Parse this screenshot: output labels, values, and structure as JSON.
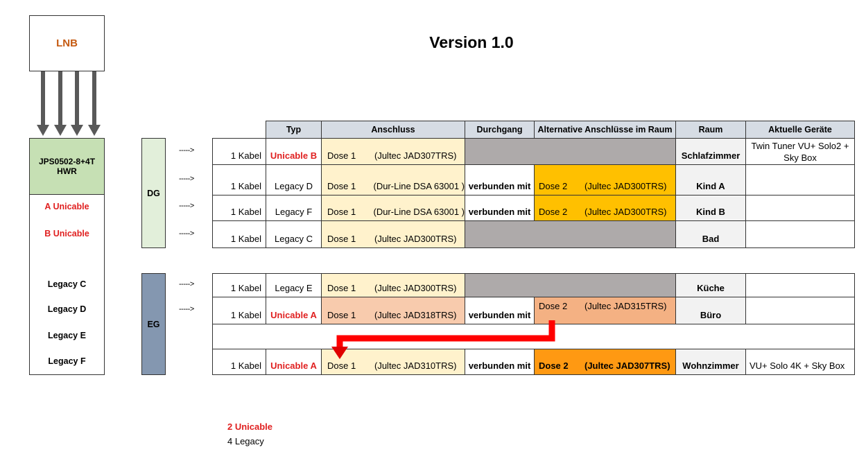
{
  "title": "Version 1.0",
  "lnb": "LNB",
  "switch": {
    "line1": "JPS0502-8+4T",
    "line2": "HWR"
  },
  "outputs": [
    "A Unicable",
    "B Unicable",
    "Legacy C",
    "Legacy D",
    "Legacy E",
    "Legacy F"
  ],
  "floors": {
    "dg": "DG",
    "eg": "EG"
  },
  "dash_arrow": "----->",
  "headers": [
    "Typ",
    "Anschluss",
    "Durchgang",
    "Alternative Anschlüsse im Raum",
    "Raum",
    "Aktuelle Geräte"
  ],
  "rows": [
    {
      "kabel": "1  Kabel",
      "typ": "Unicable B",
      "dose": "Dose 1",
      "model": "(Jultec JAD307TRS)",
      "durchgang": "",
      "alt_dose": "",
      "alt_model": "",
      "raum": "Schlafzimmer",
      "geraete": "Twin Tuner VU+ Solo2 + Sky Box"
    },
    {
      "kabel": "1  Kabel",
      "typ": "Legacy D",
      "dose": "Dose 1",
      "model": "(Dur-Line DSA 63001 )",
      "durchgang": "verbunden mit",
      "alt_dose": "Dose 2",
      "alt_model": "(Jultec JAD300TRS)",
      "raum": "Kind A",
      "geraete": ""
    },
    {
      "kabel": "1  Kabel",
      "typ": "Legacy F",
      "dose": "Dose 1",
      "model": "(Dur-Line DSA 63001 )",
      "durchgang": "verbunden mit",
      "alt_dose": "Dose 2",
      "alt_model": "(Jultec JAD300TRS)",
      "raum": "Kind B",
      "geraete": ""
    },
    {
      "kabel": "1  Kabel",
      "typ": "Legacy C",
      "dose": "Dose 1",
      "model": "(Jultec JAD300TRS)",
      "durchgang": "",
      "alt_dose": "",
      "alt_model": "",
      "raum": "Bad",
      "geraete": ""
    },
    {
      "kabel": "1 Kabel",
      "typ": "Legacy E",
      "dose": "Dose 1",
      "model": "(Jultec JAD300TRS)",
      "durchgang": "",
      "alt_dose": "",
      "alt_model": "",
      "raum": "Küche",
      "geraete": ""
    },
    {
      "kabel": "1 Kabel",
      "typ": "Unicable A",
      "dose": "Dose 1",
      "model": "(Jultec JAD318TRS)",
      "durchgang": "verbunden mit",
      "alt_dose": "Dose 2",
      "alt_model": "(Jultec JAD315TRS)",
      "raum": "Büro",
      "geraete": ""
    },
    {
      "kabel": "1 Kabel",
      "typ": "Unicable A",
      "dose": "Dose 1",
      "model": "(Jultec JAD310TRS)",
      "durchgang": "verbunden mit",
      "alt_dose": "Dose 2",
      "alt_model": "(Jultec JAD307TRS)",
      "raum": "Wohnzimmer",
      "geraete": "VU+ Solo 4K + Sky Box"
    }
  ],
  "legend": {
    "unicable": "2 Unicable",
    "legacy": "4 Legacy"
  },
  "colors": {
    "anschluss": "#fff2cc",
    "gray": "#aeaaaa",
    "gold": "#ffc000",
    "peach": "#f8cbad",
    "salmon": "#f4b183",
    "orange": "#ff9912",
    "raum": "#f2f2f2",
    "red": "#e02020"
  }
}
